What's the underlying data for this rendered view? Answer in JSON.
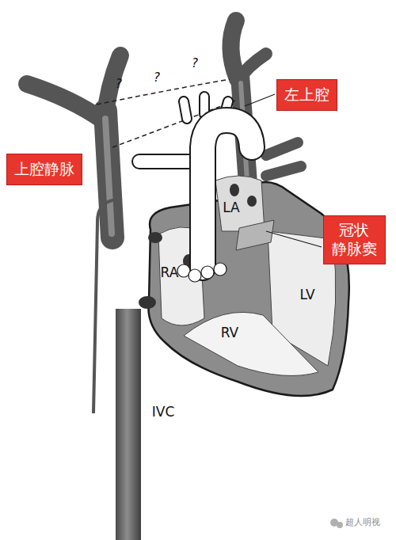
{
  "diagram": {
    "nodes": [
      {
        "text": [
          "左上腔"
        ]
      },
      {
        "text": [
          "上腔静脉"
        ]
      },
      {
        "text": [
          "冠状 静脉窦"
        ]
      }
    ],
    "labels": [
      "?",
      "?",
      "?",
      "LA",
      "RA",
      "LV",
      "RV",
      "IVC",
      "超人明视"
    ]
  }
}
